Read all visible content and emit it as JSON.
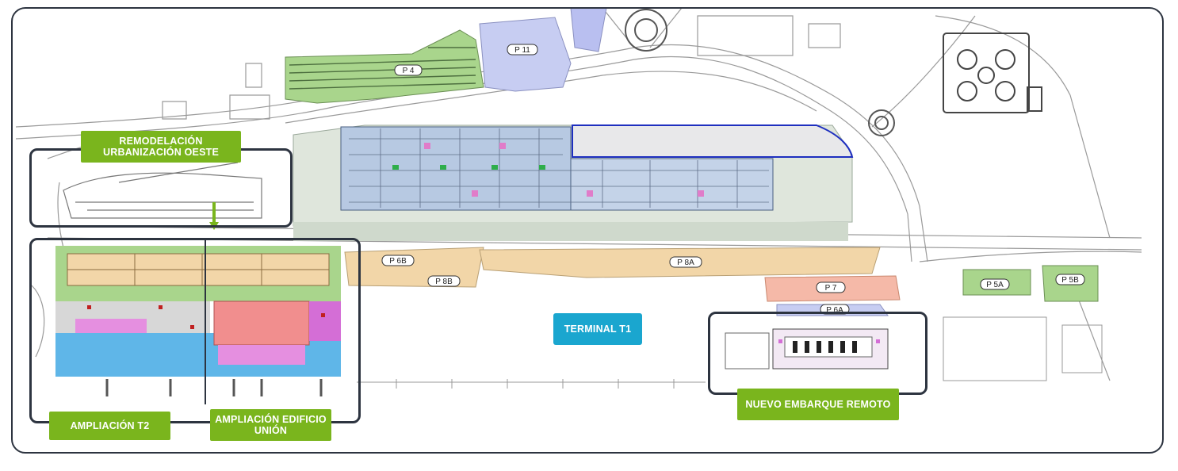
{
  "colors": {
    "callout_green": "#7ab51d",
    "callout_blue": "#1aa6cf",
    "parking_green": "#a9d58c",
    "parking_beige": "#f2d6a8",
    "parking_lavender": "#c7cdf2",
    "parking_pink": "#f5b9a8",
    "building_blue": "#5fb6e8",
    "building_pink": "#e58fe0",
    "frame": "#2d3440"
  },
  "callouts": {
    "remodelacion": "REMODELACIÓN URBANIZACIÓN OESTE",
    "ampliacion_t2": "AMPLIACIÓN T2",
    "ampliacion_union": "AMPLIACIÓN EDIFICIO UNIÓN",
    "terminal_t1": "TERMINAL T1",
    "nuevo_embarque": "NUEVO EMBARQUE REMOTO"
  },
  "parking_labels": {
    "p4": "P 4",
    "p11": "P 11",
    "p6b": "P 6B",
    "p8b": "P 8B",
    "p8a": "P 8A",
    "p7": "P 7",
    "p6a": "P 6A",
    "p5a": "P 5A",
    "p5b": "P 5B"
  },
  "icons": {
    "roundabout": "roundabout-icon",
    "arrow": "green-arrow-icon"
  }
}
